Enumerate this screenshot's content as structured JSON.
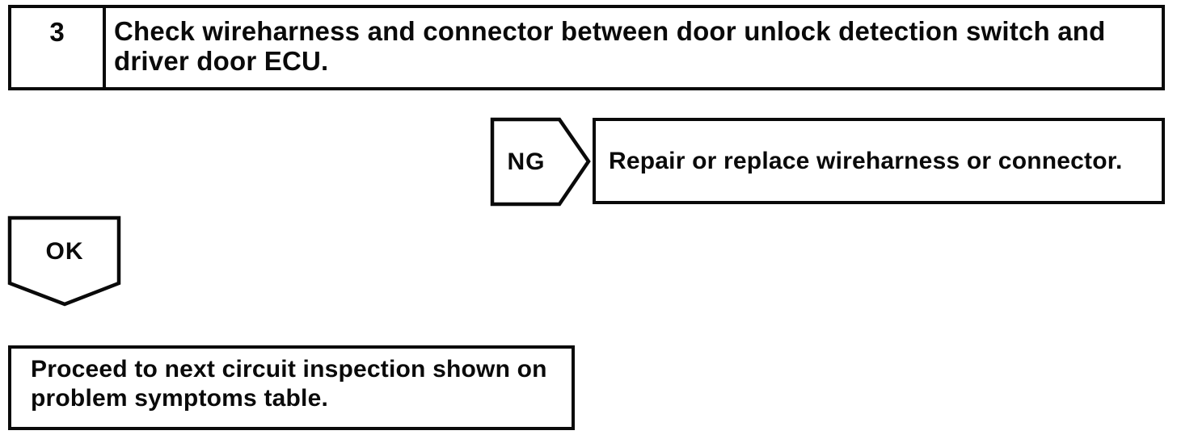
{
  "colors": {
    "ink": "#0a0a0a",
    "paper": "#ffffff"
  },
  "flowchart": {
    "step": {
      "number": "3",
      "title_lines": {
        "0": "Check wireharness and connector between door unlock detection switch and",
        "1": "driver door ECU."
      }
    },
    "ng": {
      "label": "NG",
      "action": "Repair or replace wireharness or connector."
    },
    "ok": {
      "label": "OK",
      "result_lines": {
        "0": "Proceed to next circuit inspection shown on",
        "1": "problem symptoms table."
      }
    }
  }
}
